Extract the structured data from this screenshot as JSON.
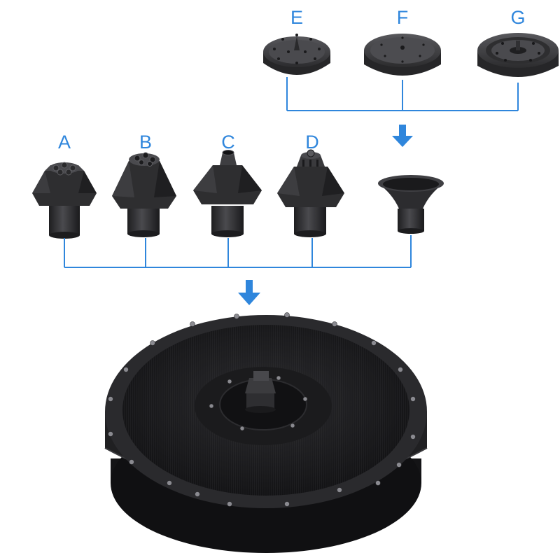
{
  "labels": {
    "e": "E",
    "f": "F",
    "g": "G",
    "a": "A",
    "b": "B",
    "c": "C",
    "d": "D"
  },
  "colors": {
    "accent": "#2f86dc",
    "part": "#3a3a3c",
    "part_dark": "#1c1c1e",
    "part_light": "#5a5a5e",
    "background": "#ffffff"
  },
  "icons": {
    "down_arrow": "down-arrow-icon"
  }
}
